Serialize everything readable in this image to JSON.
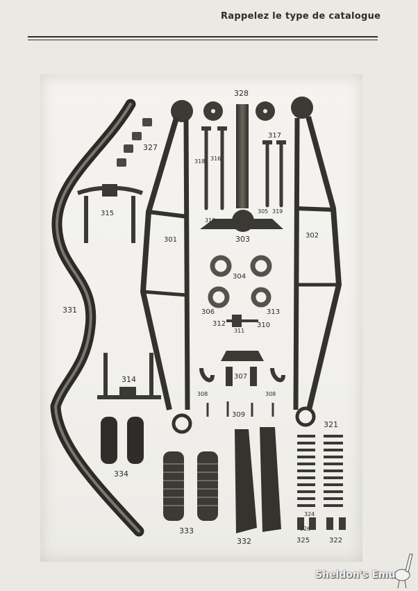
{
  "header": {
    "text": "Rappelez le type de catalogue"
  },
  "labels": {
    "l328": "328",
    "l327": "327",
    "l317": "317",
    "l318": "318",
    "l316": "316",
    "l315": "315",
    "l319a": "319",
    "l305": "305",
    "l319b": "319",
    "l301": "301",
    "l303": "303",
    "l302": "302",
    "l331": "331",
    "l304": "304",
    "l306": "306",
    "l313": "313",
    "l312": "312",
    "l311": "311",
    "l310": "310",
    "l314": "314",
    "l307": "307",
    "l308a": "308",
    "l308b": "308",
    "l309": "309",
    "l321": "321",
    "l334": "334",
    "l333": "333",
    "l332": "332",
    "l324": "324",
    "l326": "326",
    "l325": "325",
    "l322": "322"
  },
  "watermark": {
    "text": "Sheldon's Emu",
    "logo": "emu-bird-icon"
  }
}
